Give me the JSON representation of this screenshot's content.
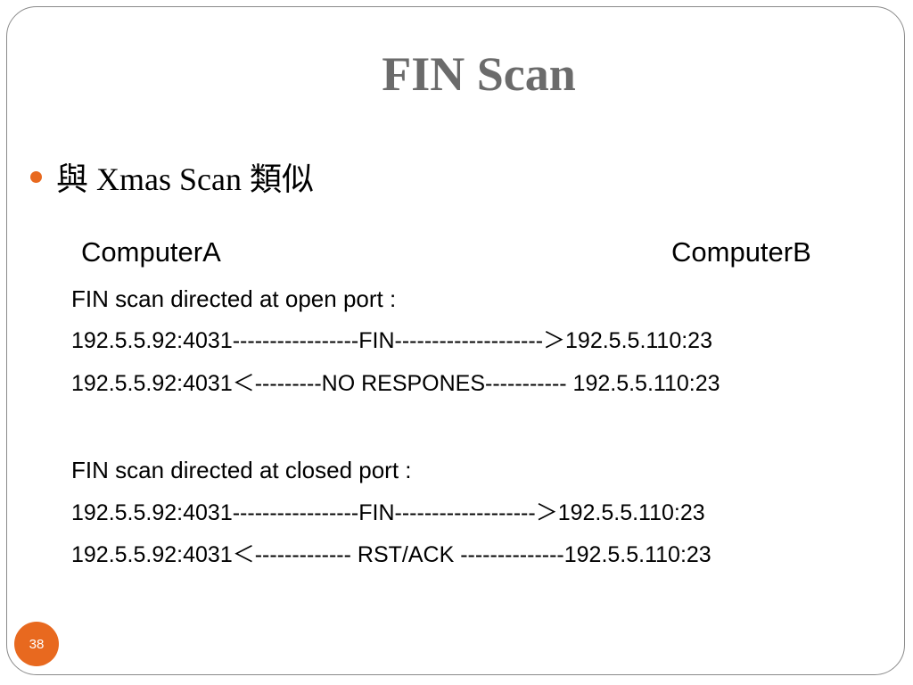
{
  "slide": {
    "title": "FIN Scan",
    "bullet": "與 Xmas Scan 類似",
    "page_number": "38"
  },
  "diagram": {
    "computer_a": "ComputerA",
    "computer_b": "ComputerB",
    "open_port": {
      "heading": "FIN scan directed at open port :",
      "lines": [
        "192.5.5.92:4031-----------------FIN--------------------＞192.5.5.110:23",
        "192.5.5.92:4031＜---------NO RESPONES----------- 192.5.5.110:23"
      ]
    },
    "closed_port": {
      "heading": "FIN scan directed at closed port :",
      "lines": [
        "192.5.5.92:4031-----------------FIN-------------------＞192.5.5.110:23",
        "192.5.5.92:4031＜------------- RST/ACK --------------192.5.5.110:23"
      ]
    }
  },
  "colors": {
    "accent": "#e8691f",
    "title": "#6b6b6b",
    "frame_border": "#8a8a8a"
  },
  "icons": {
    "bullet": "bullet-dot-icon"
  }
}
